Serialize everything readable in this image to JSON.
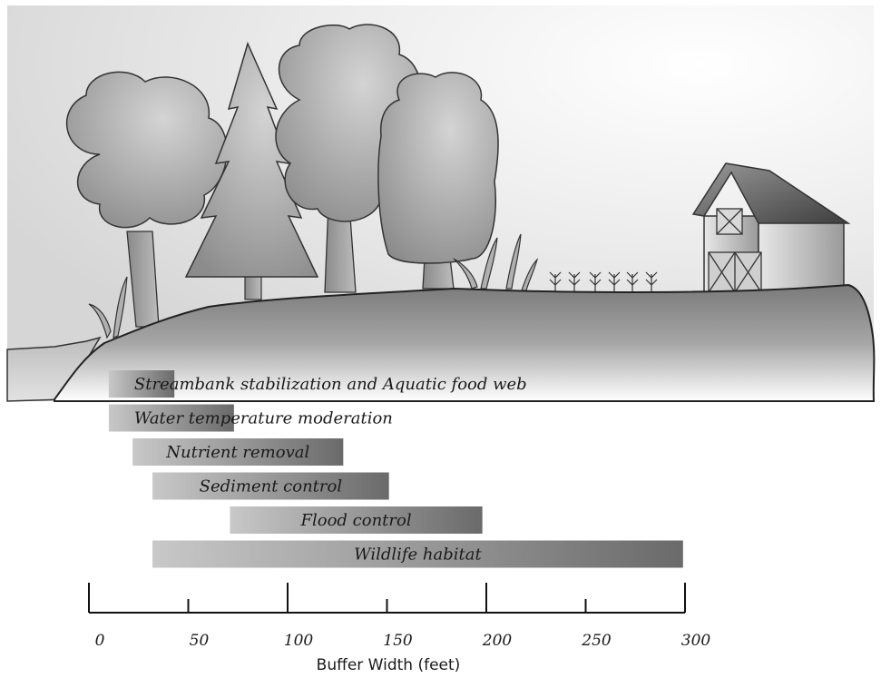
{
  "chart_data": {
    "type": "bar",
    "orientation": "horizontal",
    "title": "",
    "xlabel": "Buffer Width (feet)",
    "ylabel": "",
    "xlim": [
      0,
      300
    ],
    "major_ticks": [
      0,
      100,
      200,
      300
    ],
    "minor_ticks": [
      50,
      150,
      250
    ],
    "tick_labels": [
      "0",
      "50",
      "100",
      "150",
      "200",
      "250",
      "300"
    ],
    "grid": false,
    "bars": [
      {
        "label": "Streambank stabilization and Aquatic food web",
        "start": 10,
        "end": 43
      },
      {
        "label": "Water temperature moderation",
        "start": 10,
        "end": 73
      },
      {
        "label": "Nutrient removal",
        "start": 22,
        "end": 128
      },
      {
        "label": "Sediment control",
        "start": 32,
        "end": 151
      },
      {
        "label": "Flood control",
        "start": 71,
        "end": 198
      },
      {
        "label": "Wildlife habitat",
        "start": 32,
        "end": 299
      }
    ],
    "colors": {
      "bar_start": "#c8c8c8",
      "bar_end": "#6a6a6a",
      "ground": "#8a8a8a",
      "sky": "#e4e4e4"
    }
  }
}
